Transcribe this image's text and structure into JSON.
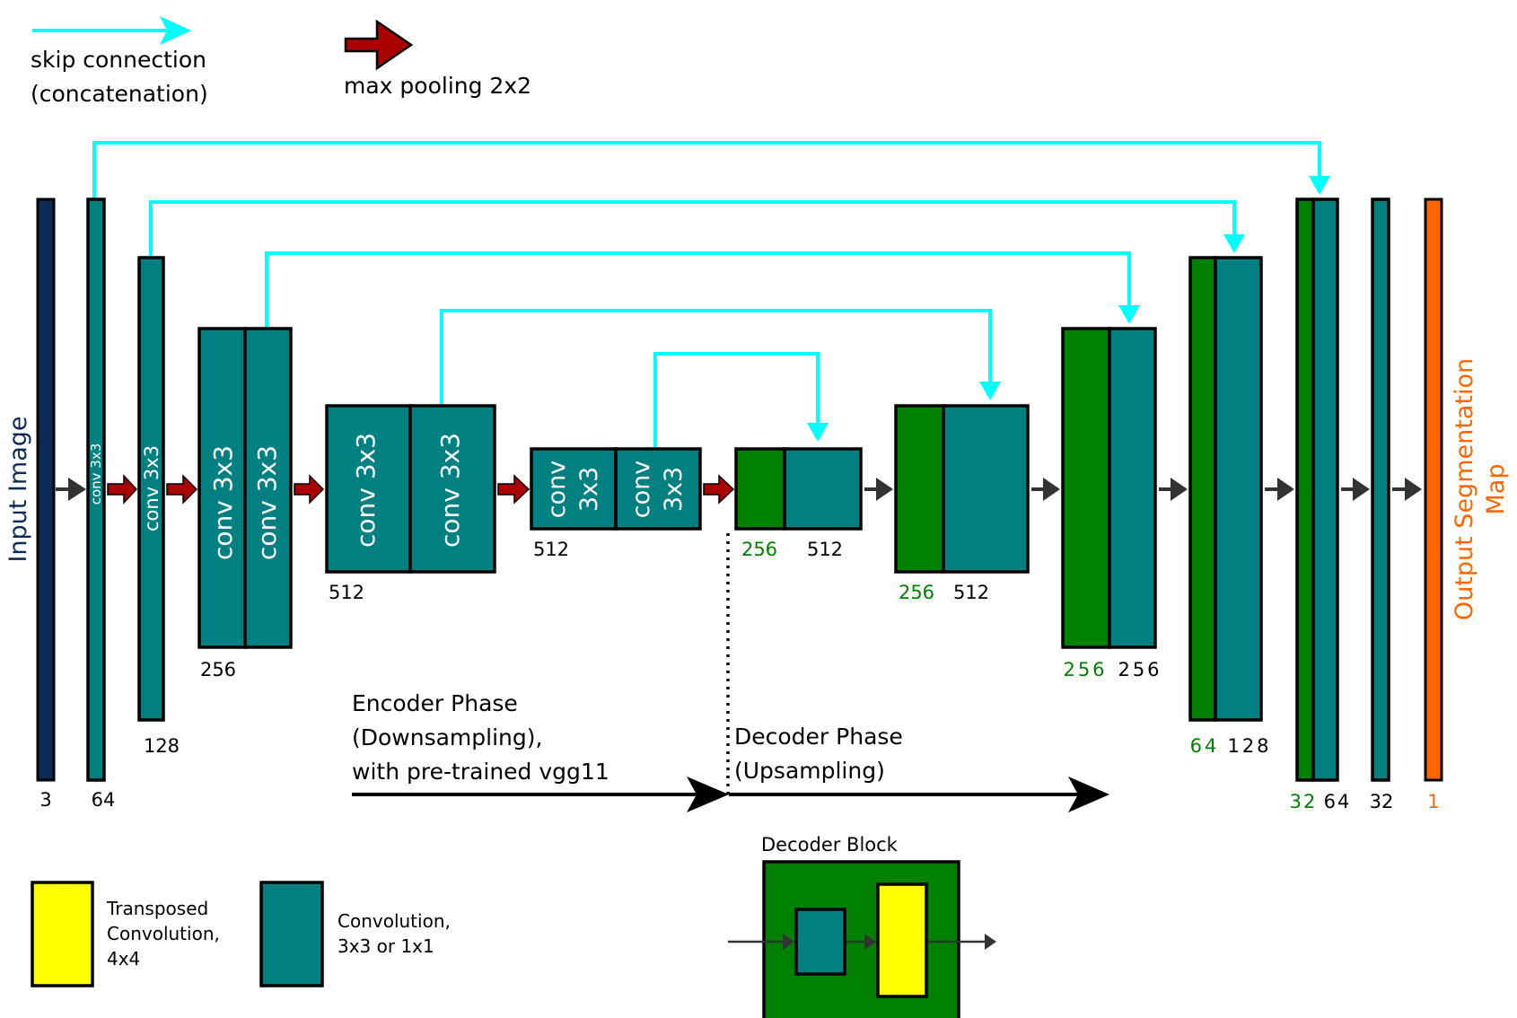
{
  "legend": {
    "skip_connection_line1": "skip connection",
    "skip_connection_line2": "(concatenation)",
    "max_pooling": "max pooling 2x2",
    "transposed_line1": "Transposed",
    "transposed_line2": "Convolution,",
    "transposed_line3": "4x4",
    "convolution_line1": "Convolution,",
    "convolution_line2": "3x3 or 1x1"
  },
  "input_label": "Input Image",
  "output_label_line1": "Output Segmentation",
  "output_label_line2": "Map",
  "conv_label": "conv 3x3",
  "conv_label_word": "conv",
  "conv_label_size": "3x3",
  "channels": {
    "input": "3",
    "enc1": "64",
    "enc2": "128",
    "enc3": "256",
    "enc4": "512",
    "enc5": "512",
    "center_green": "256",
    "center_teal": "512",
    "dec5_green": "256",
    "dec5_teal": "512",
    "dec4_green": "256",
    "dec4_teal": "256",
    "dec3_green": "64",
    "dec3_teal": "128",
    "dec2_green": "32",
    "dec2_teal": "64",
    "dec1": "32",
    "output": "1"
  },
  "phases": {
    "encoder_line1": "Encoder Phase",
    "encoder_line2": "(Downsampling),",
    "encoder_line3": "with pre-trained vgg11",
    "decoder_line1": "Decoder Phase",
    "decoder_line2": "(Upsampling)"
  },
  "decoder_block_title": "Decoder Block",
  "colors": {
    "skip": "#00ffff",
    "pool": "#aa0000",
    "conv": "#008080",
    "concat_green": "#008000",
    "transposed": "#ffff00",
    "input": "#0b2a55",
    "output": "#ff6600",
    "green_text": "#008000",
    "orange_text": "#ff6600",
    "navy_text": "#0b2a55"
  }
}
